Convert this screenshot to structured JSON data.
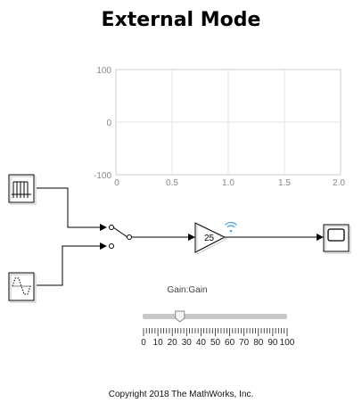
{
  "title": "External Mode",
  "plot": {
    "y_ticks": [
      "100",
      "0",
      "-100"
    ],
    "x_ticks": [
      "0",
      "0.5",
      "1.0",
      "1.5",
      "2.0"
    ],
    "grid": true
  },
  "gain_block": {
    "value": "25"
  },
  "slider": {
    "label": "Gain:Gain",
    "value": 25,
    "min": 0,
    "max": 100,
    "tick_labels": [
      "0",
      "10",
      "20",
      "30",
      "40",
      "50",
      "60",
      "70",
      "80",
      "90",
      "100"
    ]
  },
  "footer": {
    "copyright": "Copyright 2018 The MathWorks, Inc."
  },
  "colors": {
    "slider_track": "#c8c8c8",
    "grid": "#e6e6e6",
    "axes": "#bdbdbd",
    "signal_icon": "#4aa3df"
  }
}
